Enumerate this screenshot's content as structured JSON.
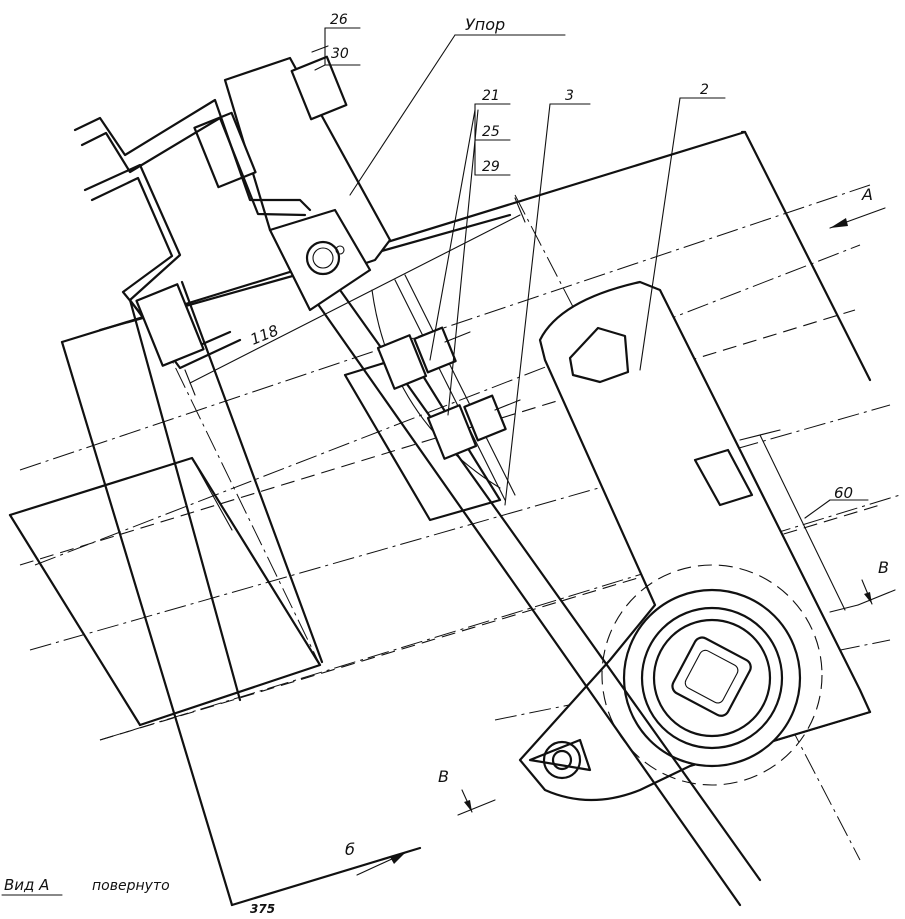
{
  "callouts": {
    "upor": "Упор",
    "p26": "26",
    "p30": "30",
    "p21": "21",
    "p25": "25",
    "p29": "29",
    "p3": "3",
    "p2": "2"
  },
  "dimensions": {
    "d118": "118",
    "d60": "60"
  },
  "section_marks": {
    "a": "А",
    "v_right": "В",
    "v_bottom": "В",
    "b": "б"
  },
  "caption": {
    "view": "Вид А",
    "rotated": "повернуто",
    "page_fragment": "375"
  }
}
